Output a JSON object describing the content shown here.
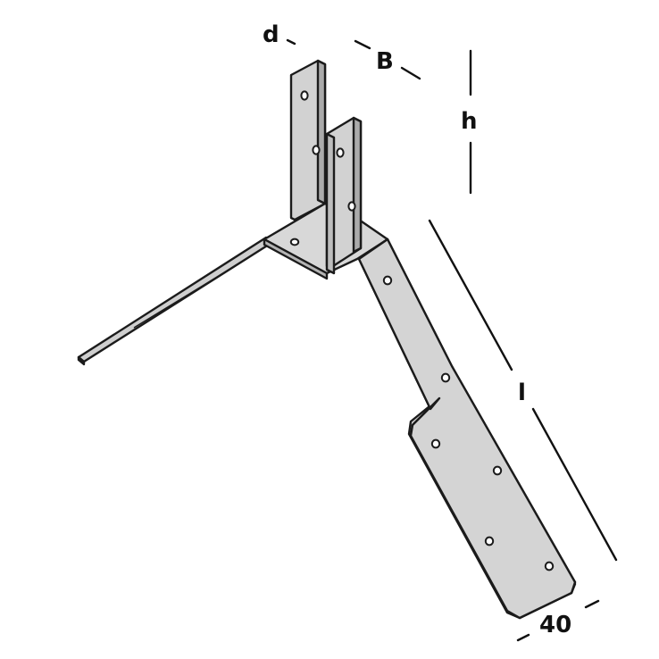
{
  "drawing": {
    "labels": {
      "d": "d",
      "B": "B",
      "h": "h",
      "l": "l",
      "width": "40"
    },
    "colors": {
      "metal_light": "#d6d6d6",
      "metal_mid": "#c3c3c3",
      "metal_dark": "#a9a9a9",
      "outline": "#1b1b1b",
      "background": "#ffffff"
    }
  }
}
